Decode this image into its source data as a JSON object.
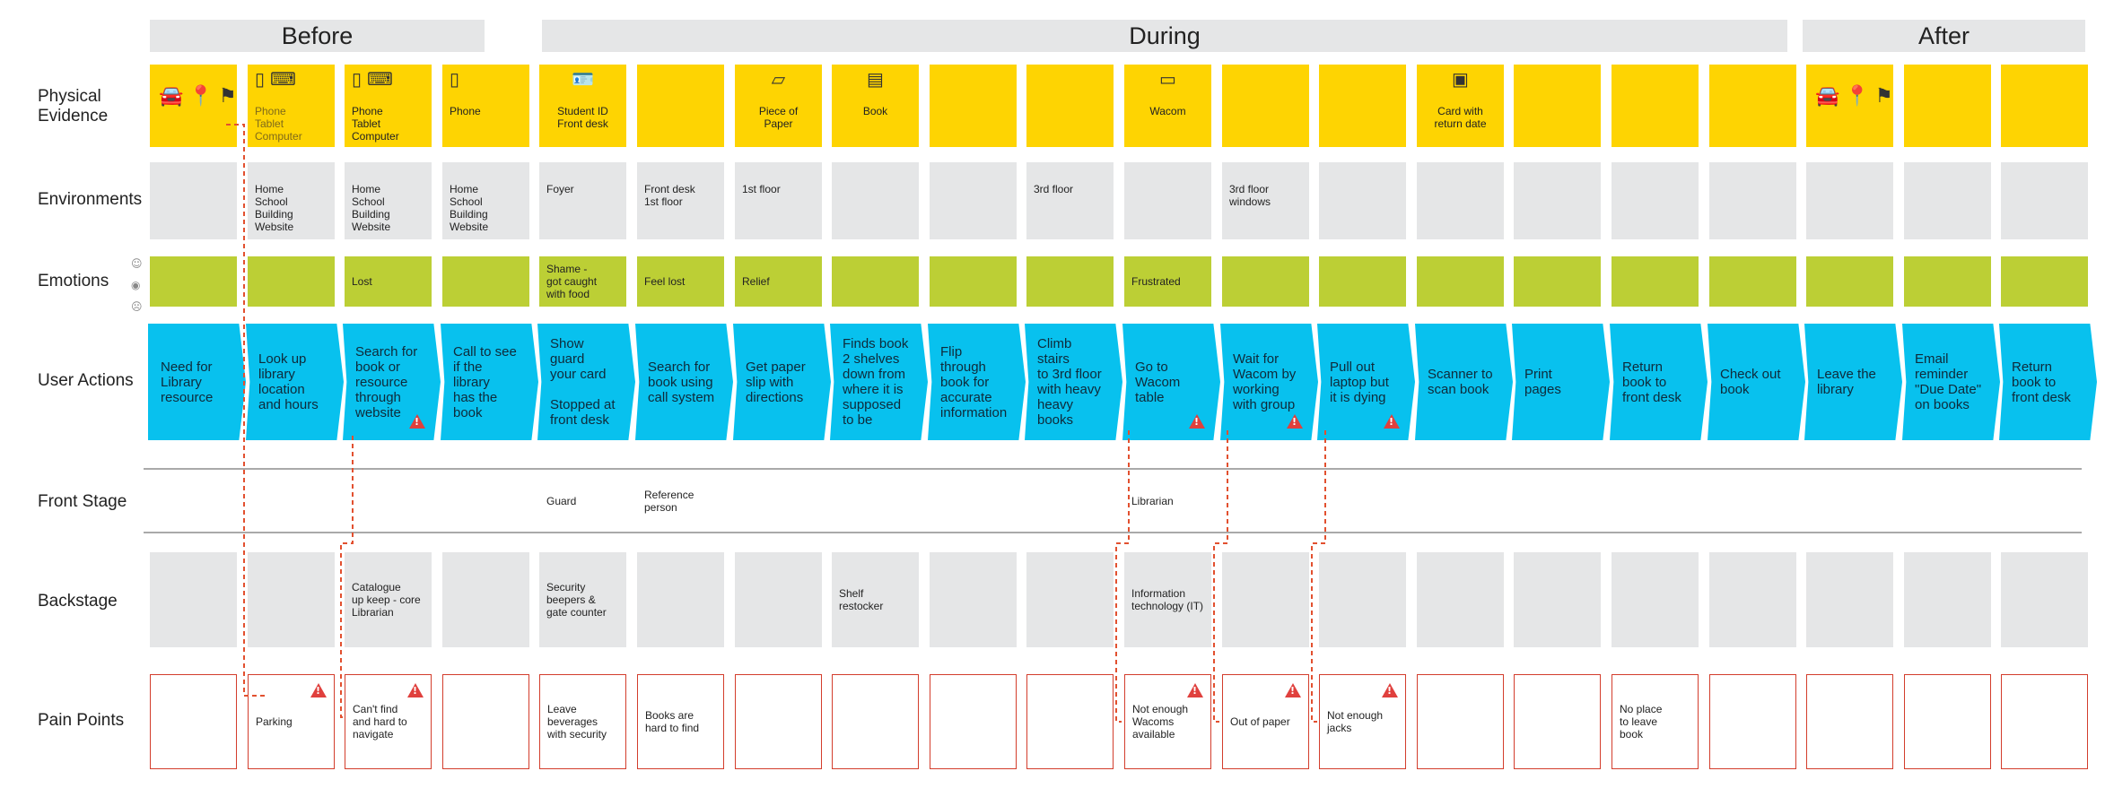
{
  "phases": [
    "Before",
    "During",
    "After"
  ],
  "row_labels": {
    "physical_evidence": "Physical\nEvidence",
    "environments": "Environments",
    "emotions": "Emotions",
    "user_actions": "User Actions",
    "front_stage": "Front Stage",
    "backstage": "Backstage",
    "pain_points": "Pain Points"
  },
  "physical_evidence": [
    "",
    "Phone\nTablet\nComputer",
    "Phone\nTablet\nComputer",
    "Phone",
    "Student ID\nFront desk",
    "",
    "Piece of\nPaper",
    "Book",
    "",
    "",
    "Wacom",
    "",
    "",
    "Card with\nreturn date",
    "",
    "",
    "",
    "",
    "",
    ""
  ],
  "physical_icons": [
    "car-pin-sign",
    "phone-laptop",
    "phone-laptop",
    "phone",
    "id-card",
    "",
    "paper",
    "book",
    "",
    "",
    "laptop",
    "",
    "",
    "card",
    "",
    "",
    "",
    "car-pin-sign",
    "",
    ""
  ],
  "environments": [
    "",
    "Home\nSchool Building\nWebsite",
    "Home\nSchool Building\nWebsite",
    "Home\nSchool Building\nWebsite",
    "Foyer",
    "Front desk\n1st floor",
    "1st floor",
    "",
    "",
    "3rd floor",
    "",
    "3rd floor\nwindows",
    "",
    "",
    "",
    "",
    "",
    "",
    "",
    ""
  ],
  "emotions": [
    "",
    "",
    "Lost",
    "",
    "Shame -\ngot caught\nwith food",
    "Feel lost",
    "Relief",
    "",
    "",
    "",
    "Frustrated",
    "",
    "",
    "",
    "",
    "",
    "",
    "",
    "",
    ""
  ],
  "user_actions": [
    "Need for\nLibrary\nresource",
    "Look up\nlibrary\nlocation\nand hours",
    "Search for\nbook or\nresource\nthrough\nwebsite",
    "Call to see\nif the library\nhas the\nbook",
    "Show guard\nyour card\n\nStopped at\nfront desk",
    "Search for\nbook using\ncall system",
    "Get paper\nslip with\ndirections",
    "Finds book\n2 shelves\ndown from\nwhere it is\nsupposed\nto be",
    "Flip\nthrough\nbook for\naccurate\ninformation",
    "Climb stairs\nto 3rd floor\nwith heavy\nheavy books",
    "Go to\nWacom\ntable",
    "Wait for\nWacom by\nworking\nwith group",
    "Pull out\nlaptop but\nit is dying",
    "Scanner to\nscan book",
    "Print pages",
    "Return\nbook to\nfront desk",
    "Check out\nbook",
    "Leave the\nlibrary",
    "Email\nreminder\n\"Due Date\"\non books",
    "Return\nbook to\nfront desk"
  ],
  "front_stage": [
    "",
    "",
    "",
    "",
    "Guard",
    "Reference\nperson",
    "",
    "",
    "",
    "",
    "Librarian",
    "",
    "",
    "",
    "",
    "",
    "",
    "",
    "",
    ""
  ],
  "backstage": [
    "",
    "",
    "Catalogue\nup keep - core\nLibrarian",
    "",
    "Security\nbeepers &\ngate counter",
    "",
    "",
    "Shelf\nrestocker",
    "",
    "",
    "Information\ntechnology (IT)",
    "",
    "",
    "",
    "",
    "",
    "",
    "",
    "",
    ""
  ],
  "pain_points": [
    "",
    "Parking",
    "Can't find\nand hard to\nnavigate",
    "",
    "Leave\nbeverages\nwith security",
    "Books are\nhard to find",
    "",
    "",
    "",
    "",
    "Not enough\nWacoms\navailable",
    "Out of paper",
    "Not enough\njacks",
    "",
    "",
    "No place\nto leave\nbook",
    "",
    "",
    "",
    ""
  ],
  "warning_actions": [
    2,
    10,
    11,
    12
  ],
  "warning_pains": [
    1,
    2,
    10,
    11,
    12
  ],
  "colors": {
    "physical": "#fed402",
    "environment": "#e5e6e7",
    "emotion": "#bccf35",
    "action": "#08c1ee",
    "pain_border": "#d33d2c",
    "warning": "#e0403d",
    "dashed_link": "#e2502f"
  }
}
